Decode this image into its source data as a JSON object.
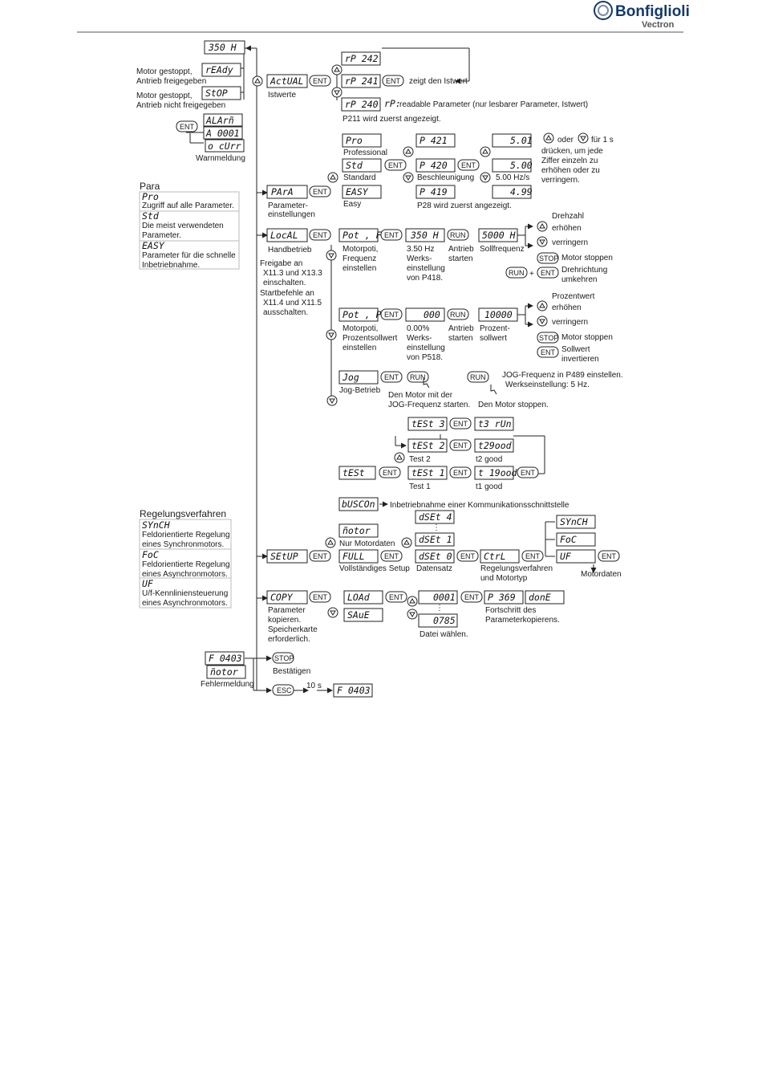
{
  "logo": {
    "brand": "Bonfiglioli",
    "sub": "Vectron"
  },
  "buttons": {
    "ent": "ENT",
    "run": "RUN",
    "stop": "STOP",
    "esc": "ESC"
  },
  "top": {
    "display_350h": "350 H",
    "ready": "rEAdy",
    "ready_desc": [
      "Motor gestoppt,",
      "Antrieb freigegeben"
    ],
    "stop_disp": "StOP",
    "stop_desc": [
      "Motor gestoppt,",
      "Antrieb nicht freigegeben"
    ],
    "alarm": "ALArñ",
    "a0001": "A 0001",
    "ocurr": "o cUrr",
    "warn": "Warnmeldung"
  },
  "actual": {
    "disp": "ActUAL",
    "label": "Istwerte",
    "rp242": "rP 242",
    "rp241": "rP 241",
    "rp240": "rP 240",
    "shows": "zeigt den Istwert",
    "rp_note_code": "rP:",
    "rp_note": "readable Parameter (nur lesbarer Parameter, Istwert)",
    "p211": "P211 wird zuerst angezeigt."
  },
  "para": {
    "disp": "PArA",
    "label": [
      "Parameter-",
      "einstellungen"
    ],
    "pro": "Pro",
    "pro_lbl": "Professional",
    "std": "Std",
    "std_lbl": "Standard",
    "easy": "EASY",
    "easy_lbl": "Easy",
    "p421": "P 421",
    "p420": "P 420",
    "p419": "P 419",
    "accel": "Beschleunigung",
    "p28": "P28 wird zuerst angezeigt.",
    "v501": "5.01",
    "v500": "5.00",
    "v499": "4.99",
    "hz": "5.00 Hz/s",
    "oder": "oder",
    "fuer1s": "für 1 s",
    "hint": [
      "drücken, um jede",
      "Ziffer einzeln zu",
      "erhöhen oder zu",
      "verringern."
    ]
  },
  "legend_para": {
    "title": "Para",
    "rows": [
      {
        "code": "Pro",
        "text": [
          "Zugriff auf alle Parameter."
        ]
      },
      {
        "code": "Std",
        "text": [
          "Die meist verwendeten",
          "Parameter."
        ]
      },
      {
        "code": "EASY",
        "text": [
          "Parameter für die schnelle",
          "Inbetriebnahme."
        ]
      }
    ]
  },
  "local": {
    "disp": "LocAL",
    "label": "Handbetrieb",
    "notes": [
      [
        "Freigabe an",
        "X11.3 und X13.3",
        "einschalten."
      ],
      [
        "Startbefehle an",
        "X11.4 und X11.5",
        "ausschalten."
      ]
    ],
    "potf": "Pot , F",
    "potf_lbl": [
      "Motorpoti,",
      "Frequenz",
      "einstellen"
    ],
    "h350": "350 H",
    "h350_lbl": [
      "3.50 Hz",
      "Werks-",
      "einstellung",
      "von P418."
    ],
    "start": [
      "Antrieb",
      "starten"
    ],
    "h5000": "5000 H",
    "soll": "Sollfrequenz",
    "drehzahl": "Drehzahl",
    "erhoehen": "erhöhen",
    "verringern": "verringern",
    "motor_stop": "Motor stoppen",
    "dreh": [
      "Drehrichtung",
      "umkehren"
    ],
    "plus": "+",
    "potp": "Pot , P",
    "potp_lbl": [
      "Motorpoti,",
      "Prozentsollwert",
      "einstellen"
    ],
    "p000": "000",
    "p000_lbl": [
      "0.00%",
      "Werks-",
      "einstellung",
      "von P518."
    ],
    "p10000": "10000",
    "proz_lbl": [
      "Prozent-",
      "sollwert"
    ],
    "prozentwert": "Prozentwert",
    "sollwert_inv": [
      "Sollwert",
      "invertieren"
    ],
    "jog": "Jog",
    "jog_lbl": "Jog-Betrieb",
    "jog_start": [
      "Den Motor mit der",
      "JOG-Frequenz starten."
    ],
    "jog_stop": "Den Motor stoppen.",
    "jog_note": [
      "JOG-Frequenz in P489 einstellen.",
      "Werkseinstellung: 5 Hz."
    ]
  },
  "test": {
    "test3": "tESt 3",
    "t3run": "t3 rUn",
    "test2": "tESt 2",
    "t2good": "t29ood",
    "t2lbl": "Test 2",
    "t2good_lbl": "t2 good",
    "test": "tESt",
    "test1": "tESt 1",
    "t1good": "t 19ood",
    "t1lbl": "Test 1",
    "t1good_lbl": "t1 good"
  },
  "buscon": {
    "disp": "bUSCOn",
    "label": "Inbetriebnahme einer Kommunikationsschnittstelle"
  },
  "setup": {
    "disp": "SEtUP",
    "motor": "ñotor",
    "motor_lbl": "Nur Motordaten",
    "full": "FULL",
    "full_lbl": "Vollständiges Setup",
    "dset4": "dSEt 4",
    "dset1": "dSEt 1",
    "dset0": "dSEt 0",
    "dots": "⋮",
    "dset_lbl": "Datensatz",
    "ctrl": "CtrL",
    "ctrl_lbl": [
      "Regelungsverfahren",
      "und Motortyp"
    ],
    "synch": "SYnCH",
    "foc": "FoC",
    "uf": "UF",
    "motordaten": "Motordaten"
  },
  "legend_reg": {
    "title": "Regelungsverfahren",
    "rows": [
      {
        "code": "SYnCH",
        "text": [
          "Feldorientierte Regelung",
          "eines Synchronmotors."
        ]
      },
      {
        "code": "FoC",
        "text": [
          "Feldorientierte Regelung",
          "eines Asynchronmotors."
        ]
      },
      {
        "code": "UF",
        "text": [
          "U/f-Kennliniensteuerung",
          "eines Asynchronmotors."
        ]
      }
    ]
  },
  "copy": {
    "disp": "COPY",
    "label": [
      "Parameter",
      "kopieren.",
      "Speicherkarte",
      "erforderlich."
    ],
    "load": "LOAd",
    "save": "SAuE",
    "f0001": "0001",
    "f0785": "0785",
    "file_lbl": "Datei wählen.",
    "p369": "P 369",
    "done": "donE",
    "progress": [
      "Fortschritt des",
      "Parameterkopierens."
    ]
  },
  "fault": {
    "f0403": "F 0403",
    "motor": "ñotor",
    "label": "Fehlermeldung",
    "confirm": "Bestätigen",
    "time": "10 s"
  }
}
